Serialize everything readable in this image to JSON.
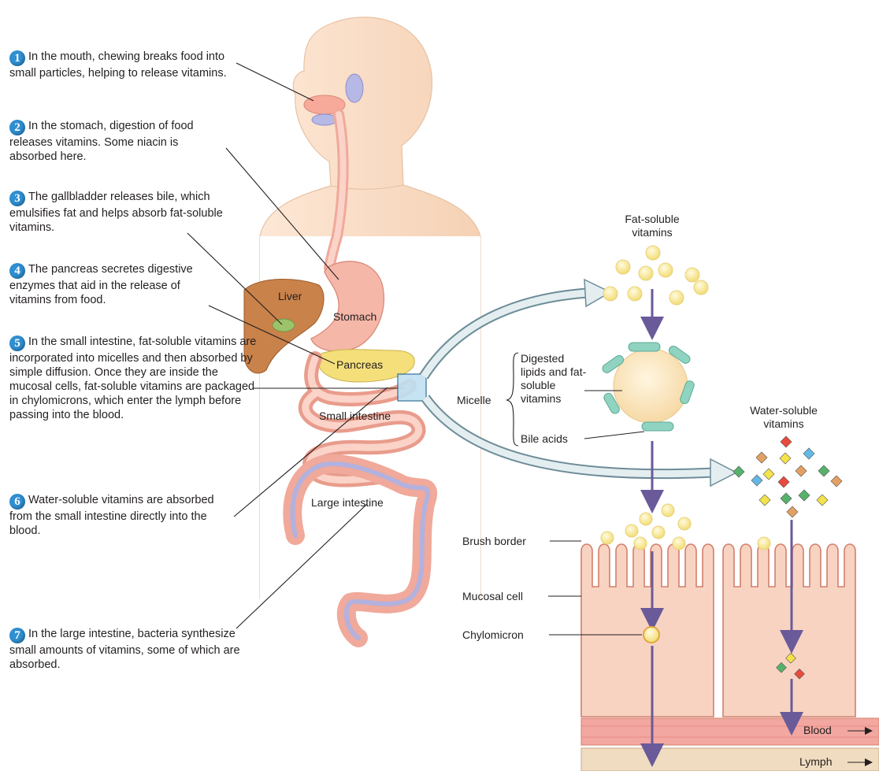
{
  "steps": [
    {
      "number": "1",
      "text": "In the mouth, chewing breaks food into small particles, helping to release vitamins."
    },
    {
      "number": "2",
      "text": "In the stomach, digestion of food releases vitamins. Some niacin is absorbed here."
    },
    {
      "number": "3",
      "text": "The gallbladder releases bile, which emulsifies fat and helps absorb fat-soluble vitamins."
    },
    {
      "number": "4",
      "text": "The pancreas secretes digestive enzymes that aid in the release of vitamins from food."
    },
    {
      "number": "5",
      "text": "In the small intestine, fat-soluble vitamins are incorporated into micelles and then absorbed by simple diffusion. Once they are inside the mucosal cells, fat-soluble vitamins are packaged in chylomicrons, which enter the lymph before passing into the blood."
    },
    {
      "number": "6",
      "text": "Water-soluble vitamins are absorbed from the small intestine directly into the blood."
    },
    {
      "number": "7",
      "text": "In the large intestine, bacteria synthesize small amounts of vitamins, some of which are absorbed."
    }
  ],
  "organs": {
    "liver": "Liver",
    "stomach": "Stomach",
    "pancreas": "Pancreas",
    "small_intestine": "Small intestine",
    "large_intestine": "Large intestine"
  },
  "detail": {
    "fat_soluble": "Fat-soluble vitamins",
    "water_soluble": "Water-soluble vitamins",
    "micelle": "Micelle",
    "micelle_core": "Digested lipids and fat-soluble vitamins",
    "bile_acids": "Bile acids",
    "brush_border": "Brush border",
    "mucosal_cell": "Mucosal cell",
    "chylomicron": "Chylomicron",
    "blood": "Blood",
    "lymph": "Lymph"
  },
  "colors": {
    "step_badge": "#2f8fd1",
    "tract": "#f5b7a8",
    "fat_vitamin": "#f7ea9c",
    "arrow": "#6a5a9a",
    "bile_acid": "#8fd3c0"
  }
}
